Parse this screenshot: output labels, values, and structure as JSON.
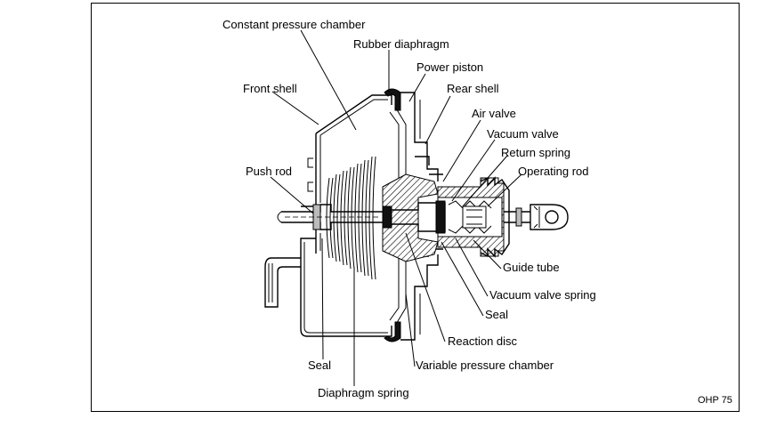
{
  "labels": {
    "constant_pressure_chamber": "Constant pressure chamber",
    "rubber_diaphragm": "Rubber diaphragm",
    "power_piston": "Power piston",
    "front_shell": "Front shell",
    "rear_shell": "Rear shell",
    "air_valve": "Air valve",
    "vacuum_valve": "Vacuum valve",
    "return_spring": "Return spring",
    "operating_rod": "Operating rod",
    "push_rod": "Push rod",
    "guide_tube": "Guide tube",
    "vacuum_valve_spring": "Vacuum valve spring",
    "seal_right": "Seal",
    "reaction_disc": "Reaction disc",
    "seal_left": "Seal",
    "variable_pressure_chamber": "Variable pressure chamber",
    "diaphragm_spring": "Diaphragm spring"
  },
  "footer": {
    "code": "OHP 75"
  }
}
